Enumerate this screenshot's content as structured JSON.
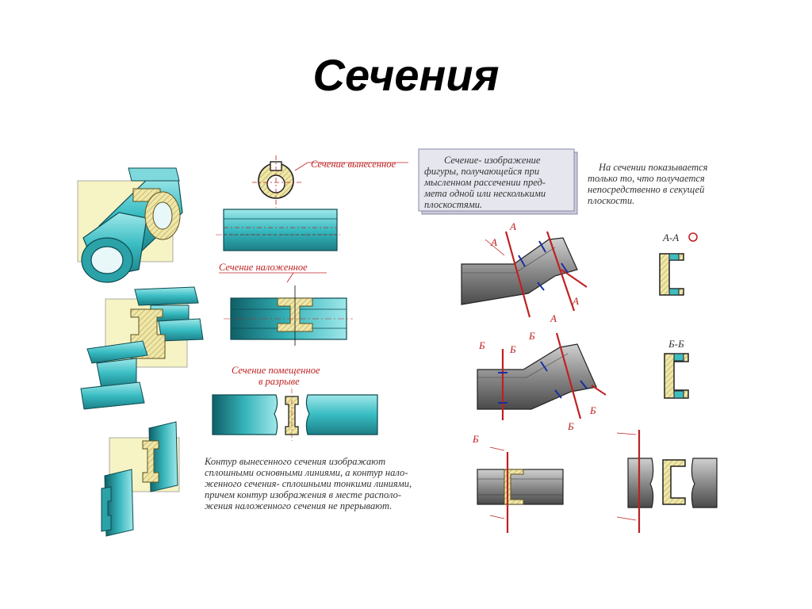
{
  "slide": {
    "title": "Сечения"
  },
  "labels": {
    "removed_section": "Сечение вынесенное",
    "superimposed_section": "Сечение наложенное",
    "section_in_break_line1": "Сечение помещенное",
    "section_in_break_line2": "в разрыве"
  },
  "definition": {
    "lines": [
      "Сечение- изображение",
      "фигуры, получающейся при",
      "мысленном рассечении пред-",
      "мета одной или несколькими",
      "плоскостями."
    ]
  },
  "section_note": {
    "lines": [
      "На сечении показывается",
      "только то, что получается",
      "непосредственно в секущей",
      "плоскости."
    ]
  },
  "contour_note": {
    "lines": [
      "Контур вынесенного сечения изображают",
      "сплошными основными линиями, а контур нало-",
      "женного сечения- сплошными тонкими линиями,",
      "причем контур изображения в месте располо-",
      "жения наложенного сечения не прерывают."
    ]
  },
  "section_marks": {
    "a": "А",
    "b": "Б",
    "aa": "А-А",
    "bb": "Б-Б"
  },
  "colors": {
    "teal": "#3fbcc0",
    "yellow": "#efe9b0",
    "gray": "#8a8a8a",
    "red": "#d42020",
    "hatch": "#c8b97a"
  }
}
